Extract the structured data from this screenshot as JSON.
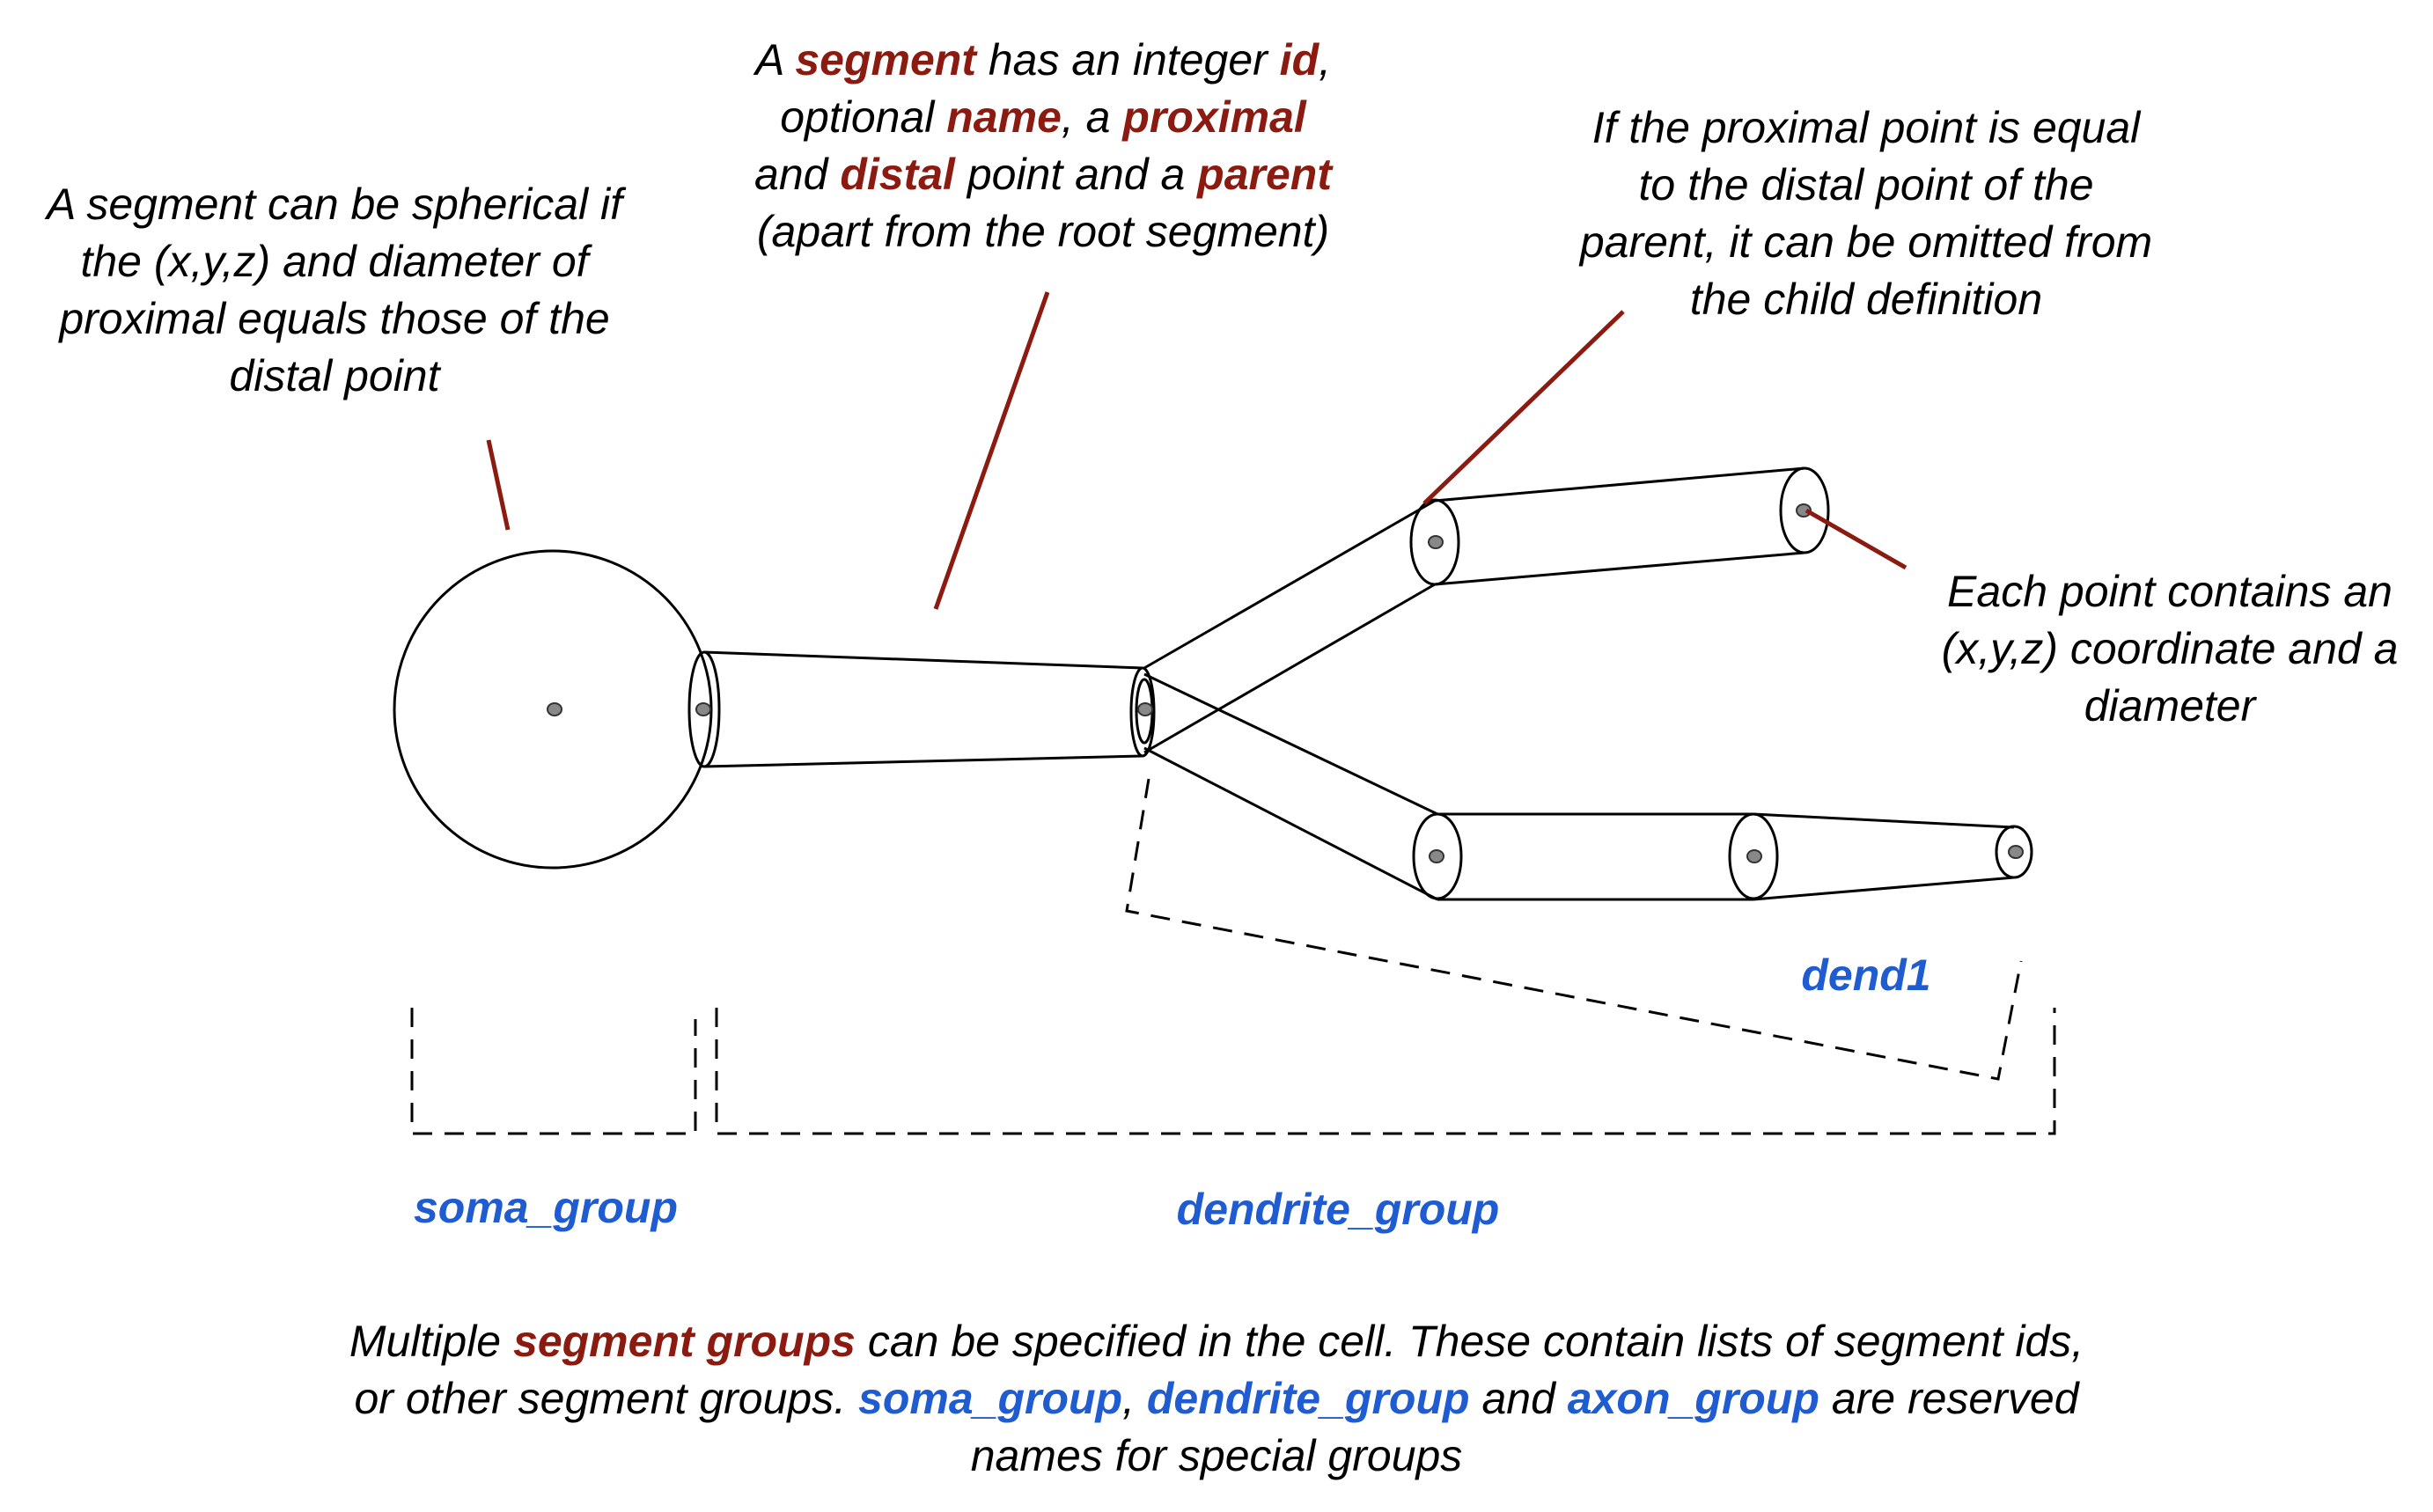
{
  "colors": {
    "keyword_red": "#8b1a10",
    "group_blue": "#1f5bd1",
    "outline": "#000000",
    "point_fill": "#888888"
  },
  "annotations": {
    "sphere_note": {
      "lines": [
        "A segment can be spherical if",
        "the (x,y,z) and diameter of",
        "proximal equals those of the",
        "distal point"
      ]
    },
    "segment_note": {
      "l1_a": "A ",
      "l1_b": "segment",
      "l1_c": " has an integer ",
      "l1_d": "id",
      "l1_e": ",",
      "l2_a": "optional ",
      "l2_b": "name",
      "l2_c": ", a ",
      "l2_d": "proximal",
      "l3_a": "and ",
      "l3_b": "distal",
      "l3_c": " point and a ",
      "l3_d": "parent",
      "l4": "(apart from the root segment)"
    },
    "proximal_note": {
      "lines": [
        "If the proximal point is equal",
        "to the distal point of the",
        "parent, it can be omitted from",
        "the child definition"
      ]
    },
    "point_note": {
      "lines": [
        "Each point contains an",
        "(x,y,z) coordinate and a",
        "diameter"
      ]
    },
    "groups_note": {
      "l1_a": "Multiple ",
      "l1_b": "segment groups",
      "l1_c": " can be specified in the cell. These contain lists of segment ids,",
      "l2_a": "or other segment groups. ",
      "l2_b": "soma_group",
      "l2_c": ", ",
      "l2_d": "dendrite_group",
      "l2_e": " and ",
      "l2_f": "axon_group",
      "l2_g": " are reserved",
      "l3": "names for special groups"
    }
  },
  "group_labels": {
    "dend1": "dend1",
    "soma_group": "soma_group",
    "dendrite_group": "dendrite_group"
  }
}
